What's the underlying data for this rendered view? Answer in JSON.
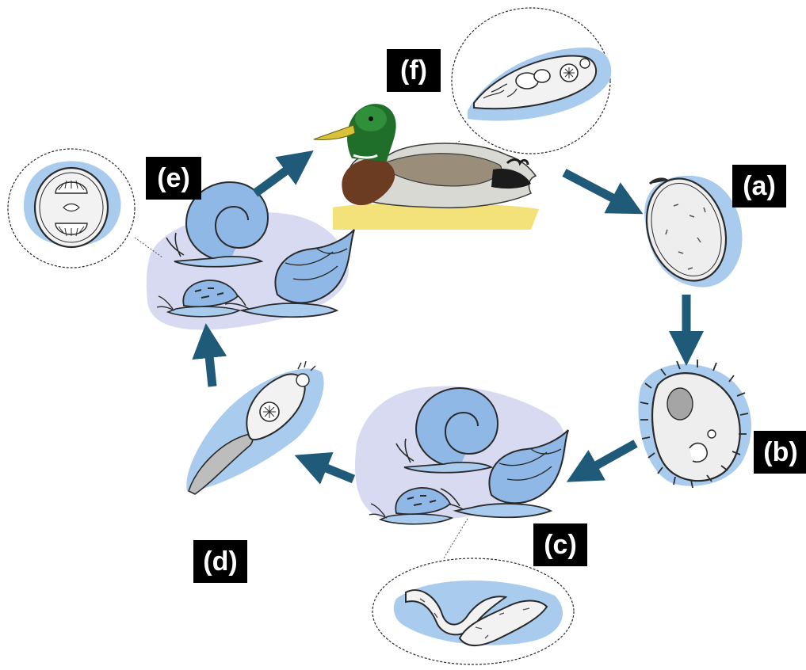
{
  "labels": {
    "a": "(a)",
    "b": "(b)",
    "c": "(c)",
    "d": "(d)",
    "e": "(e)",
    "f": "(f)"
  },
  "colors": {
    "arrow": "#1f5a78",
    "blob_light_blue": "#a9ccee",
    "blob_lavender": "#d7daf1",
    "snail_blue": "#8fb8e6",
    "outline": "#2a2a2a",
    "label_bg": "#000000",
    "label_text": "#ffffff",
    "water": "#f3e27a"
  },
  "icons": {
    "duck": "mallard-duck-icon",
    "egg": "egg-icon",
    "miracidium": "miracidium-icon",
    "snail": "snail-icon",
    "sporocyst": "sporocyst-icon",
    "cercaria": "cercaria-icon",
    "metacercaria": "metacercaria-icon",
    "adult": "adult-fluke-icon"
  }
}
